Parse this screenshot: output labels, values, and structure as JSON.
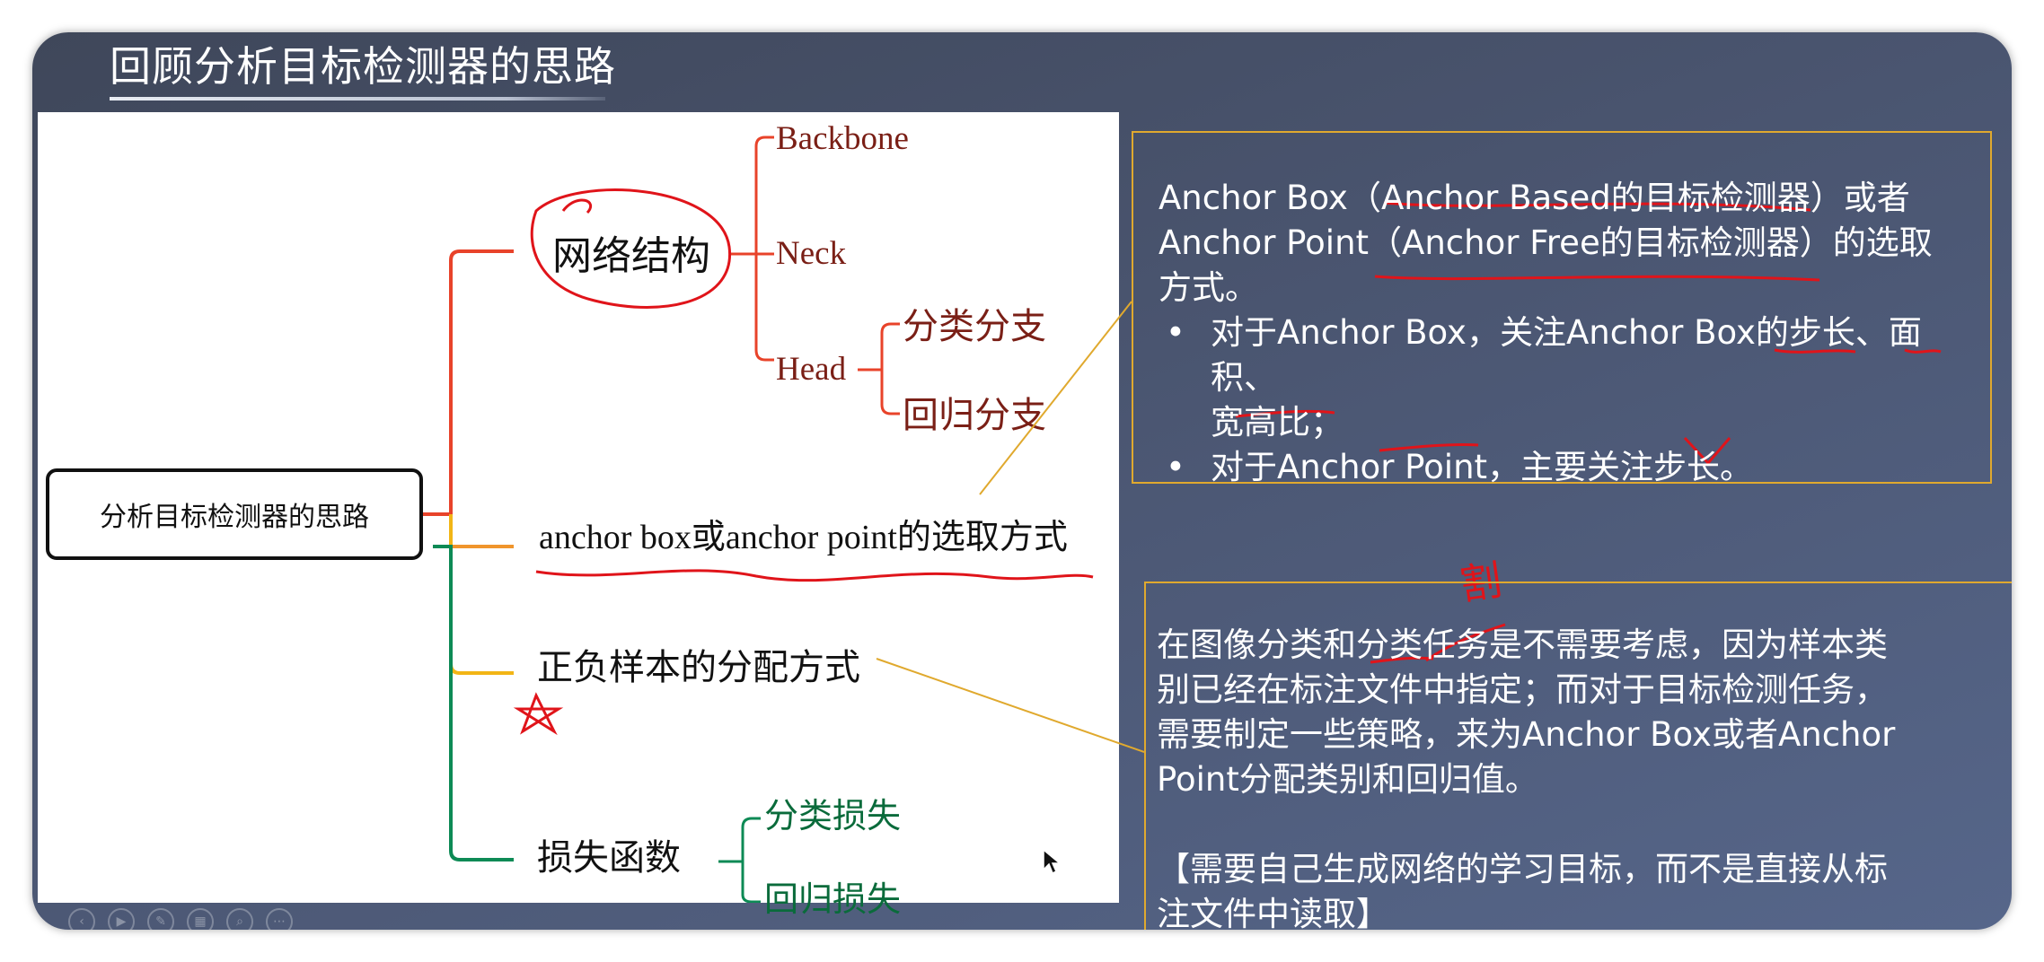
{
  "slide": {
    "title": "回顾分析目标检测器的思路"
  },
  "mindmap": {
    "root": "分析目标检测器的思路",
    "network": {
      "label": "网络结构",
      "backbone": "Backbone",
      "neck": "Neck",
      "head": "Head",
      "head_cls": "分类分支",
      "head_reg": "回归分支"
    },
    "anchor": "anchor box或anchor point的选取方式",
    "assign": "正负样本的分配方式",
    "loss": {
      "label": "损失函数",
      "cls": "分类损失",
      "reg": "回归损失"
    }
  },
  "annotations": {
    "handwritten_char": "割"
  },
  "panel_top": {
    "line1": "Anchor Box（Anchor Based的目标检测器）或者",
    "line2": "Anchor Point（Anchor Free的目标检测器）的选取",
    "line3": "方式。",
    "bullet1_line1": "对于Anchor Box，关注Anchor Box的步长、面积、",
    "bullet1_line2": "宽高比；",
    "bullet2": "对于Anchor Point，主要关注步长。",
    "bullet_char": "•"
  },
  "panel_bottom": {
    "line1": "在图像分类和分类任务是不需要考虑，因为样本类",
    "line2": "别已经在标注文件中指定；而对于目标检测任务，",
    "line3": "需要制定一些策略，来为Anchor Box或者Anchor",
    "line4": "Point分配类别和回归值。",
    "line5": "【需要自己生成网络的学习目标，而不是直接从标",
    "line6": "注文件中读取】"
  },
  "toolbar": {
    "buttons": [
      "previous-icon",
      "play-icon",
      "pen-icon",
      "grid-icon",
      "zoom-icon",
      "more-icon"
    ]
  },
  "colors": {
    "slide_bg": "#4a5570",
    "branch_red": "#e8432a",
    "branch_orange": "#f0952c",
    "branch_gold": "#f2b516",
    "branch_green": "#0d8a55",
    "ink_red": "#e0141a",
    "panel_border": "#e0a92e",
    "leaf_brown": "#7a1f16",
    "leaf_green": "#0a6b3b"
  }
}
